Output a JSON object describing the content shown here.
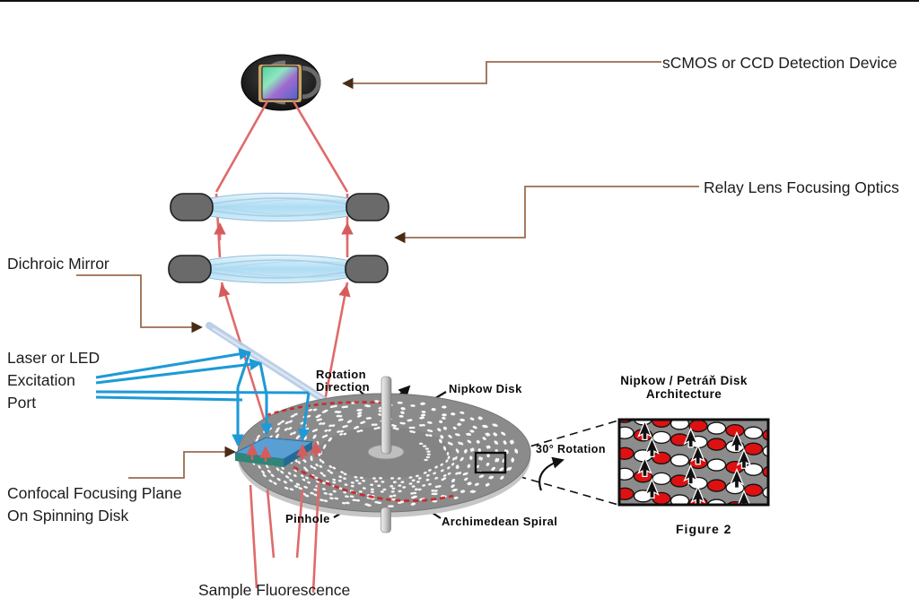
{
  "labels": {
    "detector": "sCMOS or CCD Detection Device",
    "relay_lens": "Relay Lens Focusing Optics",
    "dichroic_mirror": "Dichroic Mirror",
    "laser_port": {
      "line1": "Laser or LED",
      "line2": "Excitation",
      "line3": "Port"
    },
    "confocal_plane": {
      "line1": "Confocal Focusing Plane",
      "line2": "On Spinning Disk"
    },
    "sample_fluorescence": "Sample Fluorescence",
    "rotation_direction": {
      "line1": "Rotation",
      "line2": "Direction"
    },
    "nipkow_disk": "Nipkow Disk",
    "pinhole": "Pinhole",
    "archimedean_spiral": "Archimedean Spiral",
    "rotation_30": "30° Rotation",
    "inset": {
      "title_line1": "Nipkow / Petráň Disk",
      "title_line2": "Architecture",
      "caption": "Figure 2"
    }
  },
  "colors": {
    "leader_line": "#9b6b4f",
    "leader_arrow": "#4a2c15",
    "excitation_beam": "#1e9ad6",
    "emission_beam": "#e06a6a",
    "dichroic_bar": "#b6cbe4",
    "disk_gray": "#8b8b8b",
    "disk_rim": "#c6c6c6",
    "pinhole_dot": "#ffffff",
    "spiral_highlight": "#cc2222",
    "inset_background": "#8c8c8c",
    "inset_red": "#dd1111",
    "inset_white": "#ffffff"
  }
}
